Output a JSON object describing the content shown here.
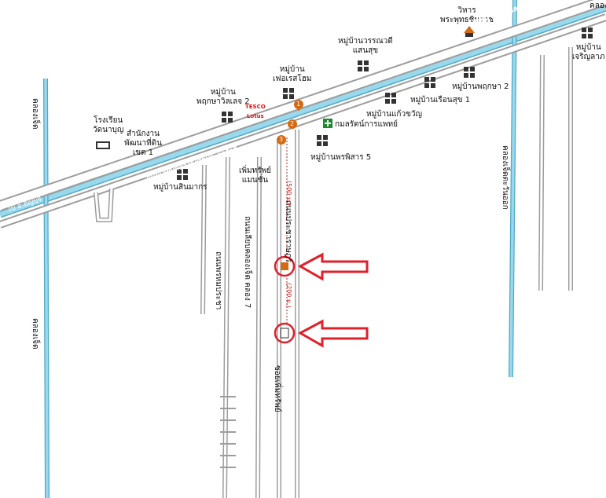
{
  "roads": {
    "main_road": "ถนนรังสิต - นครนายก (ทล.305)",
    "parallel_road": "ถนนเลียบคลองรังสิตประยุรศักดิ์",
    "to_thanyaburi": "ไป อ.ธัญบุรี",
    "side_road_center": "ซอยเพิ่มทรัพย์",
    "klong7_road": "ถนนเลียบคลองเจ็ด คลอง 7",
    "pracharat_road": "ถนนประชาราษฎร์",
    "road_left": "ถนนพรหมประชา",
    "canal_left": "คลองเจ็ด",
    "canal_left_lower": "คลองเจ็ด",
    "canal_right": "คลองเจ็ดตะวันออก",
    "soi_phoemsup_bottom": "ซอยเพิ่มทรัพย์",
    "canal_top_right": "คลอง"
  },
  "labels": {
    "school": "โรงเรียน\nวัดนาบุญ",
    "land_office": "สำนักงาน\nพัฒนาที่ดิน\nเขต 1",
    "village_pruksa2": "หมู่บ้าน\nพฤกษาวิลเลจ 2",
    "tesco": "TESCO\nLotus",
    "village_forest": "หมู่บ้าน\nเฟอเรสโฮม",
    "village_wanasa": "หมู่บ้านวรรณวดี\nแสนสุข",
    "temple": "วิหาร\nพระพุทธชินราช",
    "village_charoen": "หมู่บ้าน\nเจริญลาภ",
    "village_pruksa2b": "หมู่บ้านพฤกษา 2",
    "village_ruansuk": "หมู่บ้านเรือนสุข 1",
    "village_kaewkwan": "หมู่บ้านแก้วขวัญ",
    "medical": "กมลรัตน์การแพทย์",
    "village_pornsiri": "หมู่บ้านพรพิสาร 5",
    "phoemsap": "เพิ่มทรัพย์\nแมนชั่น",
    "village_sinmakon": "หมู่บ้านสินมากร",
    "dist_500": "(500 ม.)",
    "dist_200": "(200 ม.)",
    "marker_1": "1",
    "marker_2": "2",
    "marker_3": "3"
  },
  "colors": {
    "canal": "#9ad8ec",
    "canal_edge": "#4fa9c9",
    "road": "#9d9d9d",
    "road_fill": "#ffffff",
    "marker": "#d46a12",
    "highlight": "#e0202a",
    "arrow": "#e0202a"
  },
  "icons": [
    "house-icon",
    "school-icon",
    "temple-icon",
    "hospital-icon",
    "building-icon",
    "location-marker-icon",
    "arrow-left-icon"
  ]
}
